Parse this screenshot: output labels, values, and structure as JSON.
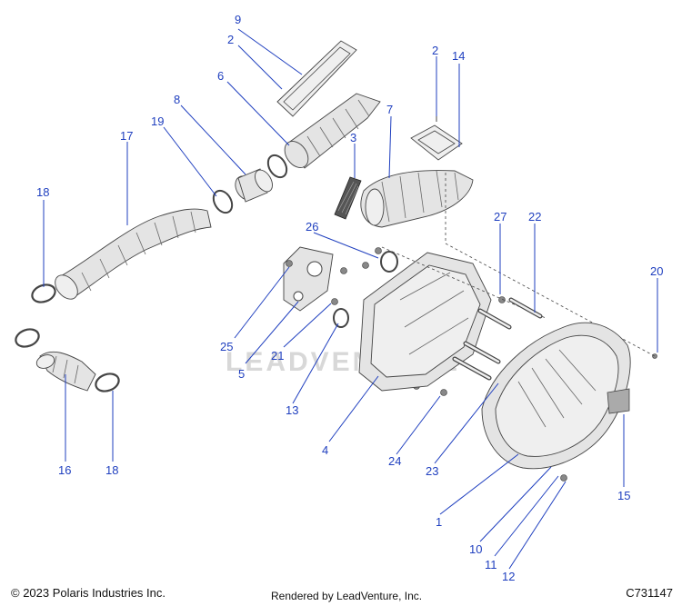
{
  "watermark": "LEADVENTURE",
  "footer": {
    "copyright": "© 2023 Polaris Industries Inc.",
    "rendered": "Rendered by LeadVenture, Inc.",
    "code": "C731147"
  },
  "callouts": {
    "c1": "1",
    "c2a": "2",
    "c2b": "2",
    "c3": "3",
    "c4": "4",
    "c5": "5",
    "c6": "6",
    "c7": "7",
    "c8": "8",
    "c9": "9",
    "c10": "10",
    "c11": "11",
    "c12": "12",
    "c13": "13",
    "c14": "14",
    "c15": "15",
    "c16": "16",
    "c17": "17",
    "c18a": "18",
    "c18b": "18",
    "c19": "19",
    "c20": "20",
    "c21": "21",
    "c22": "22",
    "c23": "23",
    "c24": "24",
    "c25": "25",
    "c26": "26",
    "c27": "27"
  },
  "colors": {
    "callout": "#1f3fbf",
    "line": "#444444"
  }
}
